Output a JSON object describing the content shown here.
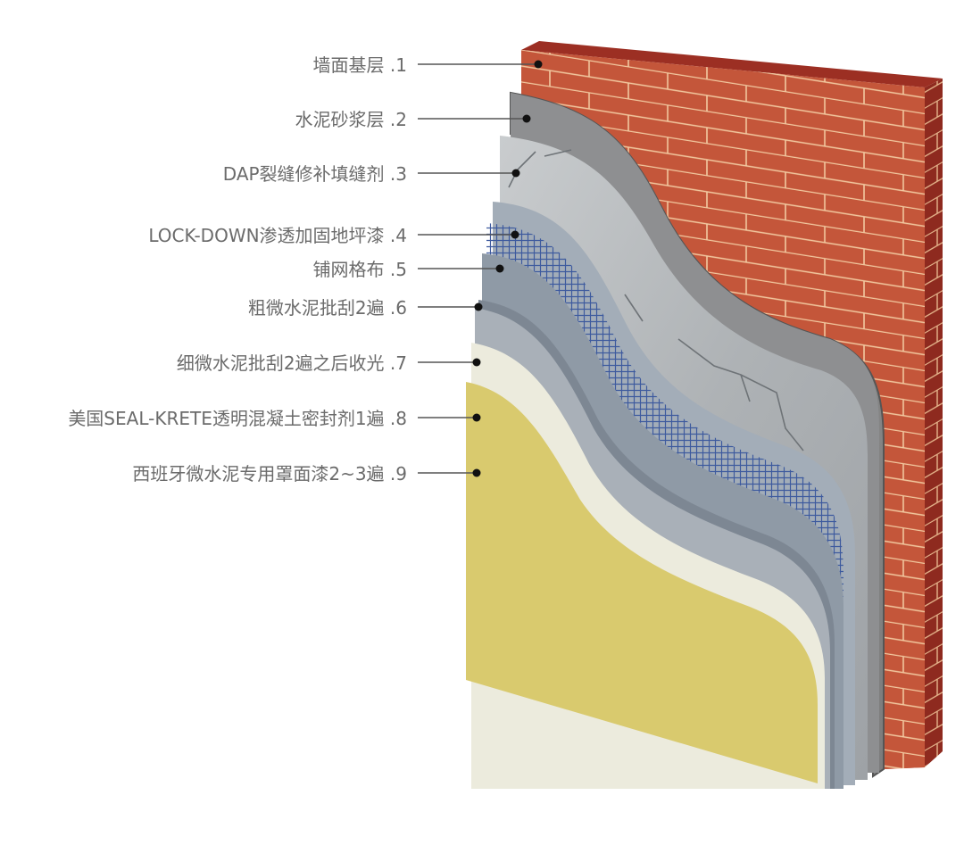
{
  "layers": [
    {
      "number": "1",
      "label": "墙面基层 .1"
    },
    {
      "number": "2",
      "label": "水泥砂浆层 .2"
    },
    {
      "number": "3",
      "label": "DAP裂缝修补填缝剂 .3"
    },
    {
      "number": "4",
      "label": "LOCK-DOWN渗透加固地坪漆 .4"
    },
    {
      "number": "5",
      "label": "铺网格布 .5"
    },
    {
      "number": "6",
      "label": "粗微水泥批刮2遍 .6"
    },
    {
      "number": "7",
      "label": "细微水泥批刮2遍之后收光 .7"
    },
    {
      "number": "8",
      "label": "美国SEAL-KRETE透明混凝土密封剂1遍 .8"
    },
    {
      "number": "9",
      "label": "西班牙微水泥专用罩面漆2~3遍 .9"
    }
  ],
  "colors": {
    "label_text": "#6b6b6b",
    "leader_line": "#555555",
    "brick": "#c75a3a",
    "brick_dark": "#8e2a1f",
    "mortar": "#f2c9a0",
    "cement_mortar": "#8c8c8c",
    "crack_filler": "#b9bcbf",
    "lockdown": "#a3adb8",
    "mesh": "#3d5a9e",
    "coarse_cement": "#7d8793",
    "fine_cement": "#a9b0b8",
    "sealer": "#ecebdd",
    "topcoat": "#d9ca6e"
  },
  "icons": {
    "leader_dot": "filled-circle"
  }
}
